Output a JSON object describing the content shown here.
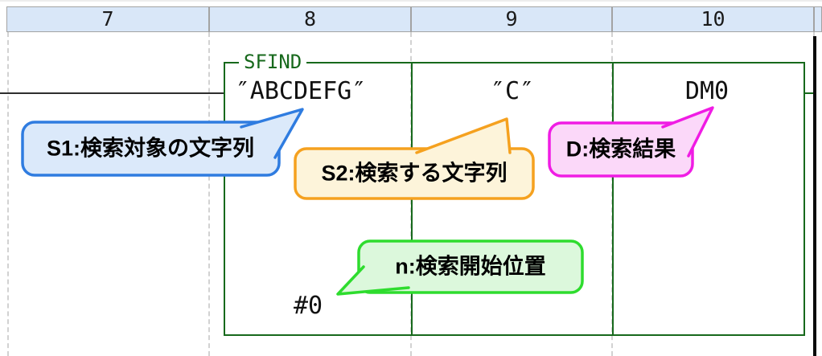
{
  "header": {
    "columns": [
      "7",
      "8",
      "9",
      "10"
    ]
  },
  "instruction": {
    "name": "SFIND",
    "operands": {
      "s1": "″ABCDEFG″",
      "s2": "″C″",
      "d": "DM0",
      "n": "#0"
    }
  },
  "callouts": {
    "s1": {
      "label": "S1:検索対象の文字列",
      "border": "#2f7ce0",
      "fill": "#dbe9fa"
    },
    "s2": {
      "label": "S2:検索する文字列",
      "border": "#f5a11f",
      "fill": "#fdf4da"
    },
    "d": {
      "label": "D:検索結果",
      "border": "#f01ce4",
      "fill": "#fbd8f9"
    },
    "n": {
      "label": "n:検索開始位置",
      "border": "#2edc2e",
      "fill": "#dcf8dc"
    }
  },
  "colors": {
    "block-green": "#17691c",
    "header-fill": "#d9e7f8",
    "header-border": "#a3a3a3",
    "guide-gray": "#d2d2d2",
    "rung-black": "#2e2e2e",
    "rail-black": "#0a0a0a",
    "text-black": "#111111"
  }
}
